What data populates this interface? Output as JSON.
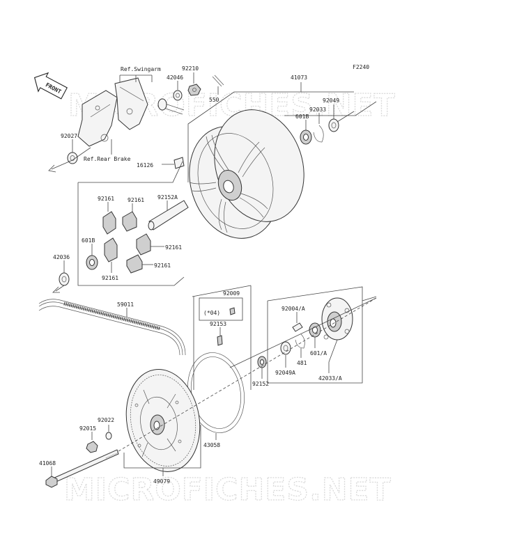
{
  "diagram_code": "F2240",
  "watermark": "MICROFICHES.NET",
  "front_arrow_label": "FRONT",
  "refs": {
    "swingarm": "Ref.Swingarm",
    "rear_brake": "Ref.Rear Brake"
  },
  "note": "(*04)",
  "parts": {
    "p41073": "41073",
    "p92210": "92210",
    "p42046": "42046",
    "p550": "550",
    "p92027": "92027",
    "p16126": "16126",
    "p601b_top": "601B",
    "p92033": "92033",
    "p92049": "92049",
    "p92152a": "92152A",
    "p92161_a": "92161",
    "p92161_b": "92161",
    "p92161_c": "92161",
    "p92161_d": "92161",
    "p92161_e": "92161",
    "p601b_left": "601B",
    "p42036": "42036",
    "p59011": "59011",
    "p92009": "92009",
    "p92153": "92153",
    "p92004a": "92004/A",
    "p481": "481",
    "p601a": "601/A",
    "p92049a": "92049A",
    "p92152": "92152",
    "p42033a": "42033/A",
    "p92022": "92022",
    "p92015": "92015",
    "p43058": "43058",
    "p41068": "41068",
    "p49079": "49079"
  }
}
